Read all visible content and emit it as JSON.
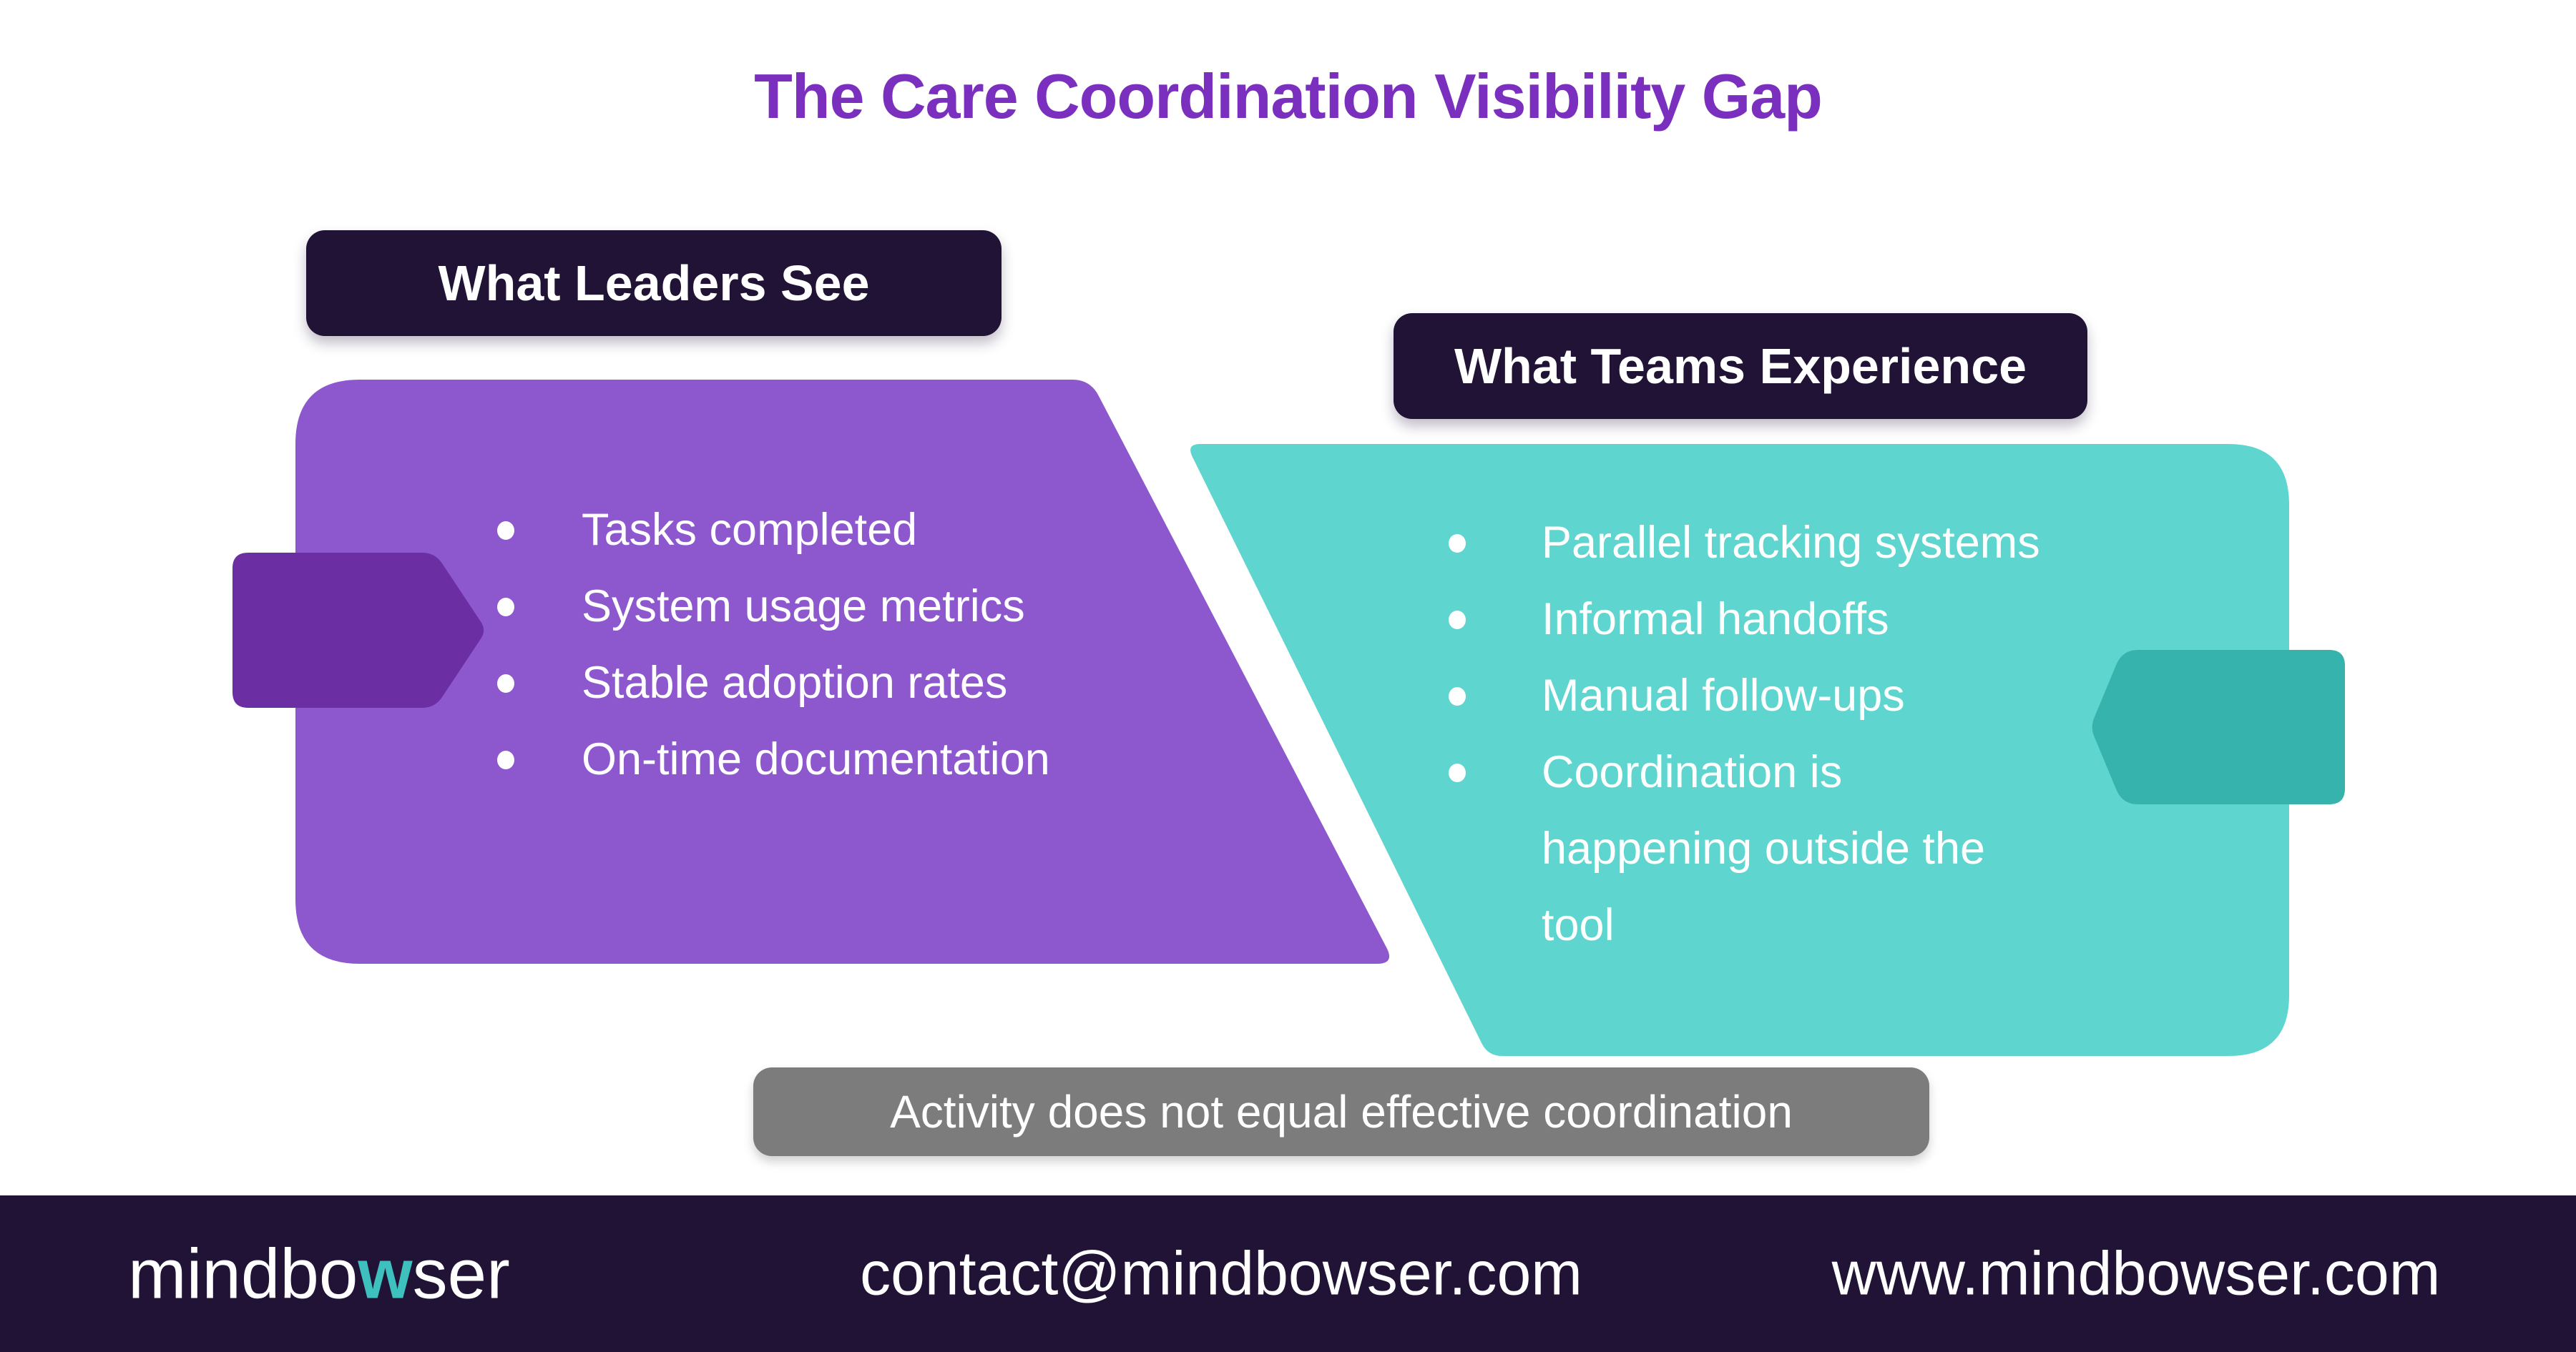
{
  "title": {
    "text": "The Care Coordination Visibility Gap",
    "color": "#7B2FBF"
  },
  "panels": {
    "leaders": {
      "badge": "What Leaders See",
      "panel_color": "#8D57CE",
      "tag_color": "#6B2EA3",
      "items": [
        "Tasks completed",
        "System usage metrics",
        "Stable adoption rates",
        "On-time documentation"
      ]
    },
    "teams": {
      "badge": "What Teams Experience",
      "panel_color": "#5ED5CE",
      "tag_color": "#36B3AC",
      "items": [
        "Parallel tracking systems",
        "Informal handoffs",
        "Manual follow-ups",
        "Coordination is\nhappening outside the\ntool"
      ]
    }
  },
  "banner": {
    "text": "Activity does not equal effective coordination",
    "color": "#7C7C7C"
  },
  "footer": {
    "bg_color": "#201335",
    "logo": {
      "prefix": "mindbo",
      "accent": "w",
      "suffix": "ser",
      "accent_color": "#3EC1BE"
    },
    "email": "contact@mindbowser.com",
    "website": "www.mindbowser.com"
  }
}
